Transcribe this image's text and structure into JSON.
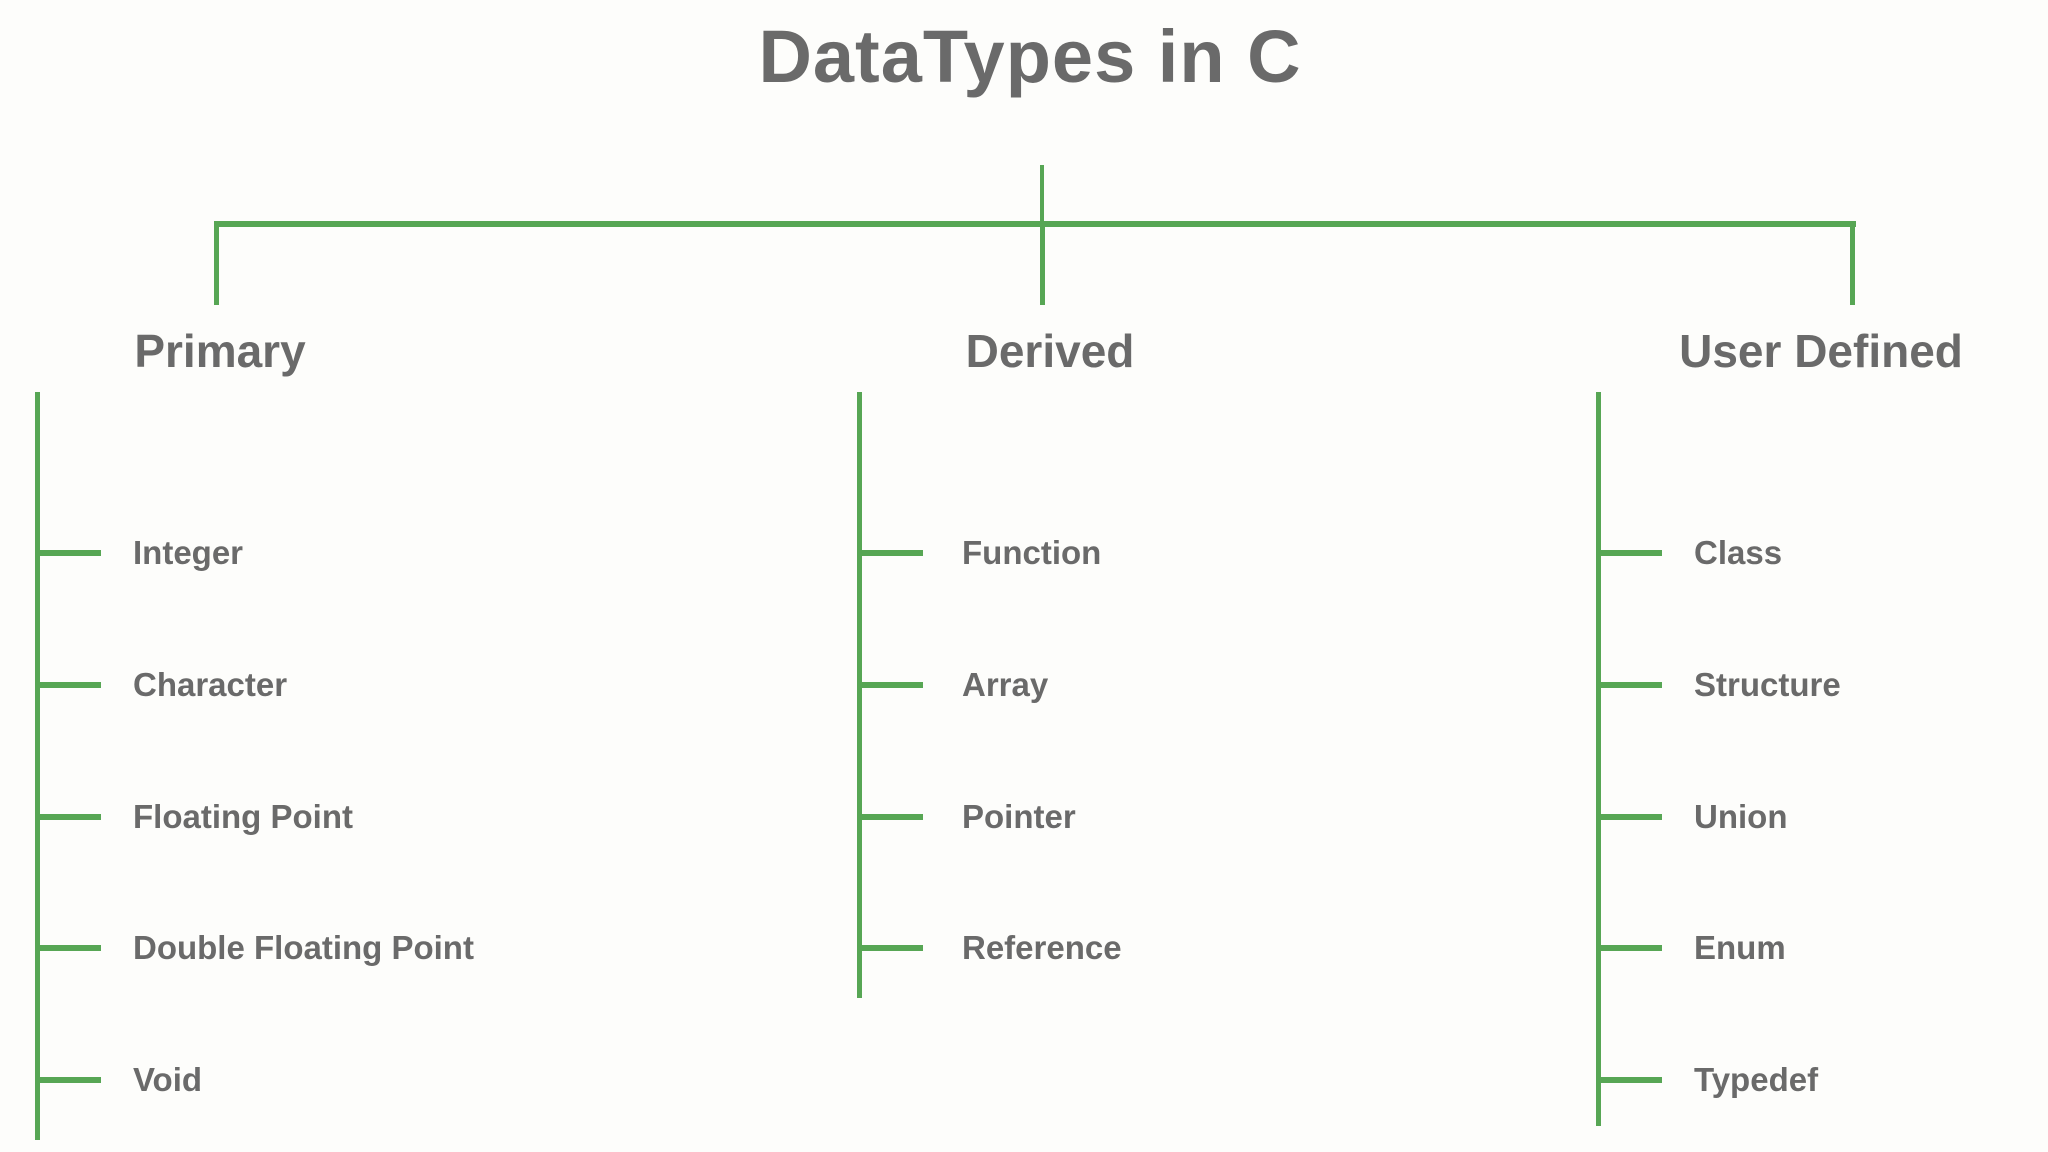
{
  "title": "DataTypes in C",
  "colors": {
    "accent_green": "#57a654",
    "text_gray": "#6a6a6a",
    "background": "#fdfdfb"
  },
  "tree": {
    "branches": [
      {
        "label": "Primary",
        "items": [
          "Integer",
          "Character",
          "Floating Point",
          "Double Floating Point",
          "Void"
        ]
      },
      {
        "label": "Derived",
        "items": [
          "Function",
          "Array",
          "Pointer",
          "Reference"
        ]
      },
      {
        "label": "User Defined",
        "items": [
          "Class",
          "Structure",
          "Union",
          "Enum",
          "Typedef"
        ]
      }
    ]
  }
}
